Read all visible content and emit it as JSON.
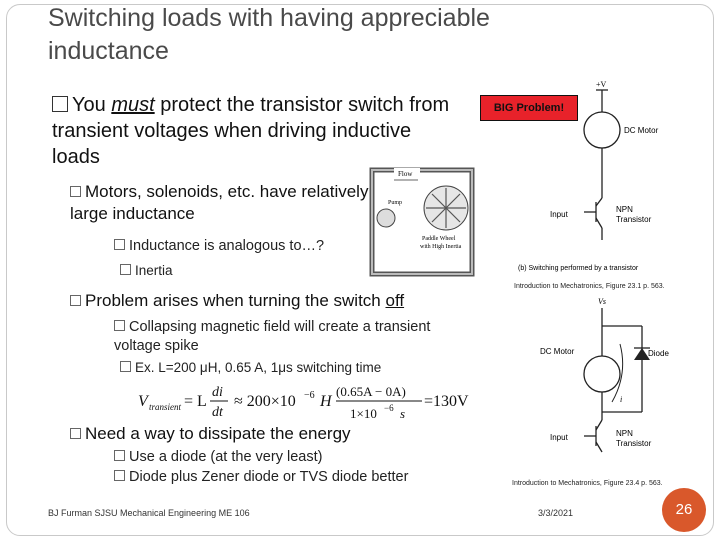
{
  "slide": {
    "title": "Switching loads with having appreciable inductance",
    "bullet1": "You must protect the transistor switch from transient voltages when driving inductive loads",
    "bullet1_parts": {
      "a": "You ",
      "b": "must",
      "c": " protect the transistor switch from transient voltages when driving inductive loads"
    },
    "sub1": "Motors, solenoids, etc. have relatively large inductance",
    "sub1_a": "Inductance is analogous to…?",
    "sub1_a_i": "Inertia",
    "sub2": {
      "a": "Problem arises when turning the switch ",
      "b": "off"
    },
    "sub2_a": "Collapsing magnetic field will create a transient voltage spike",
    "sub2_a_i": "Ex. L=200 μH, 0.65 A, 1μs switching time",
    "sub3": "Need a way to dissipate the energy",
    "sub3_a": "Use a diode (at the very least)",
    "sub3_b": "Diode plus Zener diode or TVS diode better",
    "big_problem": "BIG Problem!",
    "caption1": "Introduction to Mechatronics, Figure 23.1  p. 563.",
    "caption2": "Introduction to Mechatronics, Figure 23.4  p. 563.",
    "footer_left": "BJ Furman SJSU Mechanical Engineering  ME 106",
    "footer_date": "3/3/2021",
    "page": "26"
  },
  "diagram1": {
    "vplus": "+V",
    "motor": "DC Motor",
    "input": "Input",
    "npn1": "NPN",
    "npn2": "Transistor",
    "caption": "(b) Switching performed by a transistor"
  },
  "diagram2": {
    "vs": "Vs",
    "motor": "DC Motor",
    "diode": "Diode",
    "current": "i",
    "input": "Input",
    "npn1": "NPN",
    "npn2": "Transistor"
  },
  "flow": {
    "flow": "Flow",
    "pump": "Pump",
    "paddle1": "Paddle Wheel",
    "paddle2": "with High Inertia"
  },
  "equation": {
    "lhs": "V",
    "lhs_sub": "transient",
    "eq": "= L",
    "di": "di",
    "dt": "dt",
    "approx": "≈ 200×10",
    "exp1": "−6",
    "h": "H",
    "num": "(0.65A − 0A)",
    "den": "1×10",
    "exp2": "−6",
    "s": "s",
    "result": "=130V"
  },
  "colors": {
    "accent": "#d9582b",
    "big_problem": "#e8222a"
  }
}
